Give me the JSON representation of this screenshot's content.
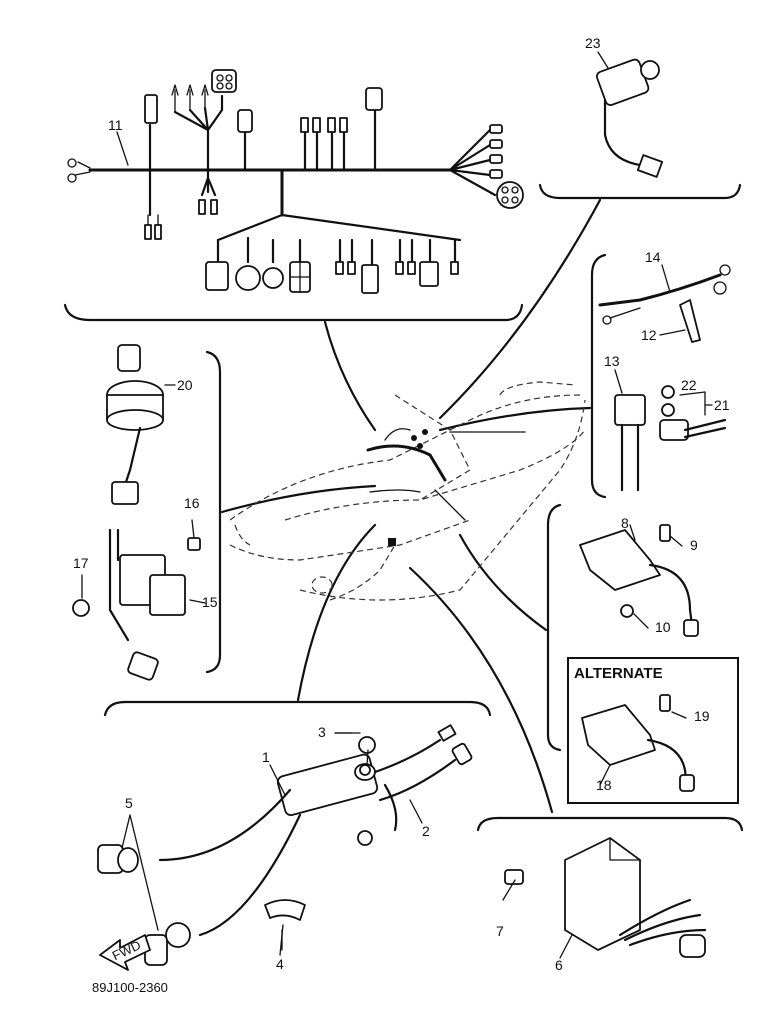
{
  "callouts": {
    "c1": "1",
    "c2": "2",
    "c3": "3",
    "c4": "4",
    "c5": "5",
    "c6": "6",
    "c7": "7",
    "c8": "8",
    "c9": "9",
    "c10": "10",
    "c11": "11",
    "c12": "12",
    "c13": "13",
    "c14": "14",
    "c15": "15",
    "c16": "16",
    "c17": "17",
    "c18": "18",
    "c19": "19",
    "c20": "20",
    "c21": "21",
    "c22": "22",
    "c23": "23"
  },
  "alternate_label": "ALTERNATE",
  "fwd_label": "FWD",
  "drawing_code": "89J100-2360"
}
